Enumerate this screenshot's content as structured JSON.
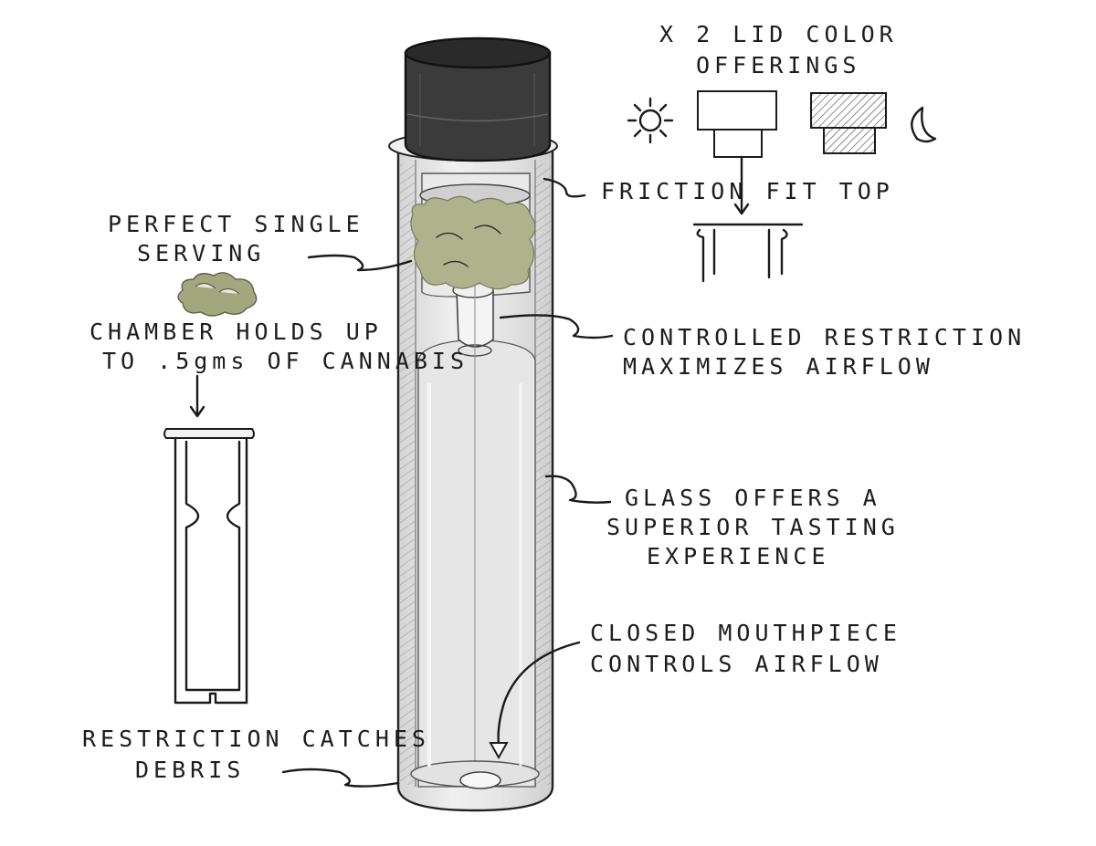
{
  "annotations": {
    "lid_colors_line1": "X 2 LID COLOR",
    "lid_colors_line2": "OFFERINGS",
    "friction_fit": "FRICTION FIT TOP",
    "serving_line1": "PERFECT SINGLE",
    "serving_line2": "SERVING",
    "chamber_line1": "CHAMBER HOLDS UP",
    "chamber_line2": "TO .5gms OF CANNABIS",
    "restriction_line1": "CONTROLLED RESTRICTION",
    "restriction_line2": "MAXIMIZES AIRFLOW",
    "glass_line1": "GLASS OFFERS A",
    "glass_line2": "SUPERIOR TASTING",
    "glass_line3": "EXPERIENCE",
    "mouthpiece_line1": "CLOSED MOUTHPIECE",
    "mouthpiece_line2": "CONTROLS AIRFLOW",
    "debris_line1": "RESTRICTION CATCHES",
    "debris_line2": "DEBRIS"
  },
  "colors": {
    "lid": "#3b3b3b",
    "lid_top": "#2a2a2a",
    "cannabis": "#a9ae8a",
    "glass": "#ececec",
    "ink": "#1a1a1a"
  },
  "icons": [
    "sun-icon",
    "moon-icon"
  ]
}
